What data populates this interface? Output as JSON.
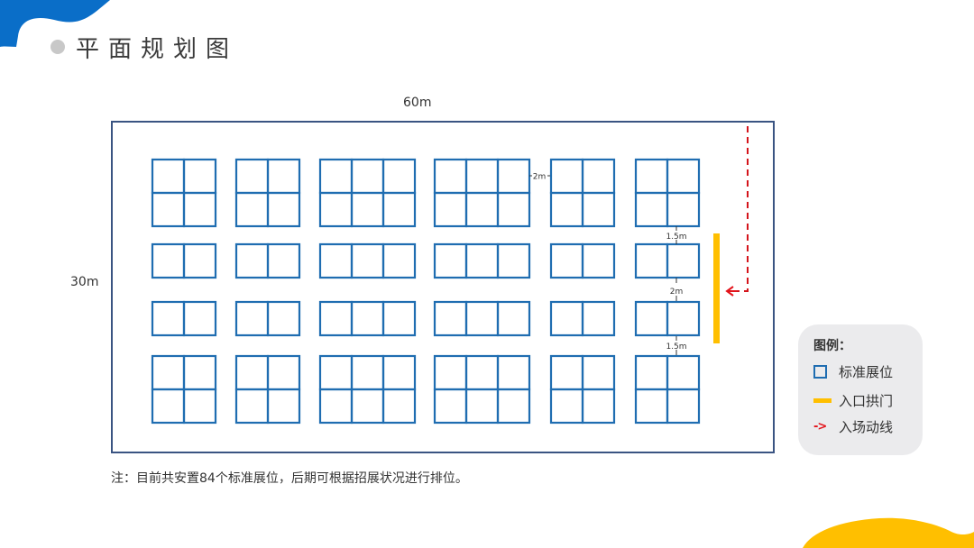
{
  "page": {
    "title": "平面规划图",
    "note": "注：目前共安置84个标准展位，后期可根据招展状况进行排位。"
  },
  "colors": {
    "brand_blue": "#0a6ec8",
    "booth_stroke": "#1f6db1",
    "hall_border": "#3a5482",
    "gate_yellow": "#ffbf00",
    "flow_red": "#e3141b",
    "legend_bg": "#ebebed",
    "title_dot": "#c8c8c8"
  },
  "floorplan": {
    "width_label": "60m",
    "height_label": "30m",
    "total_booths": 84,
    "column_spacing_label": "2m",
    "aisle_labels": [
      "1.5m",
      "2m",
      "1.5m"
    ],
    "booth_columns_cells_wide": [
      2,
      2,
      3,
      3,
      2,
      2
    ],
    "booth_rows_cells_high": [
      2,
      1,
      1,
      2
    ]
  },
  "legend": {
    "title": "图例：",
    "items": [
      {
        "icon": "booth-square-icon",
        "label": "标准展位"
      },
      {
        "icon": "gate-bar-icon",
        "label": "入口拱门"
      },
      {
        "icon": "dashed-arrow-icon",
        "label": "入场动线"
      }
    ]
  }
}
